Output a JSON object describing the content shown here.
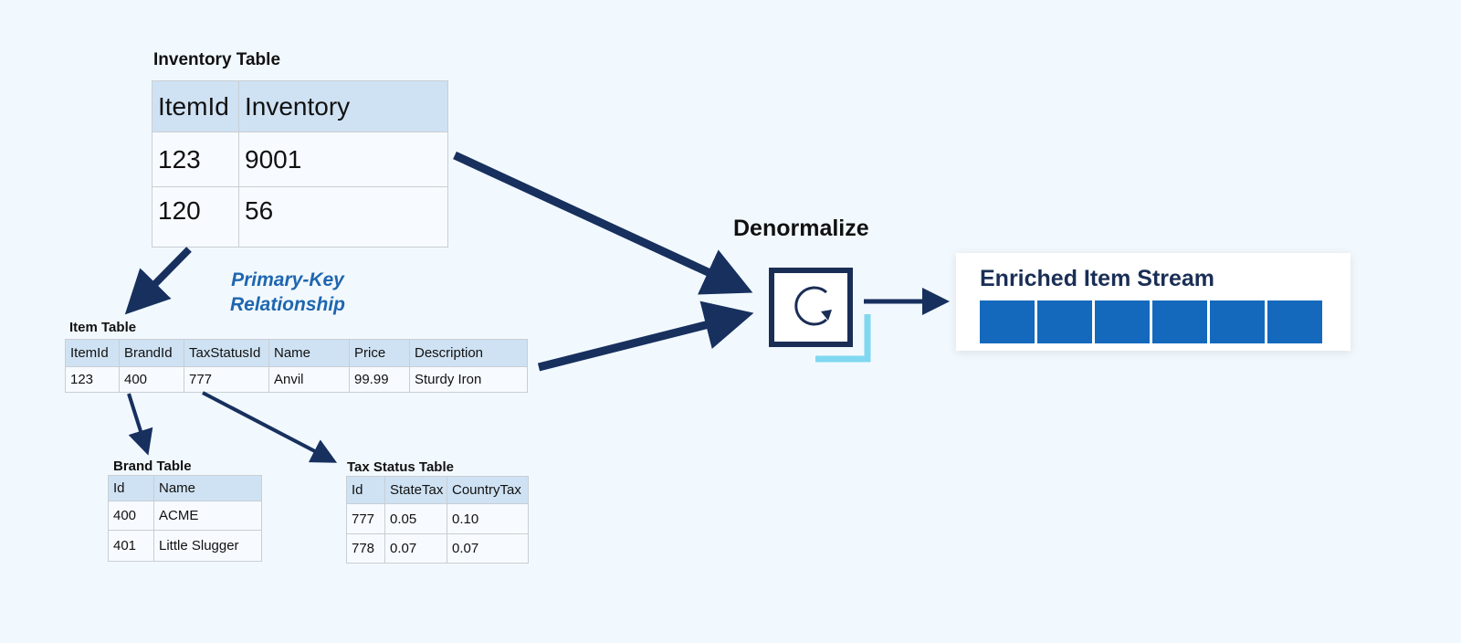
{
  "inventory_table": {
    "title": "Inventory Table",
    "headers": [
      "ItemId",
      "Inventory"
    ],
    "rows": [
      [
        "123",
        "9001"
      ],
      [
        "120",
        "56"
      ]
    ]
  },
  "primary_key_label": [
    "Primary-Key",
    "Relationship"
  ],
  "item_table": {
    "title": "Item Table",
    "headers": [
      "ItemId",
      "BrandId",
      "TaxStatusId",
      "Name",
      "Price",
      "Description"
    ],
    "rows": [
      [
        "123",
        "400",
        "777",
        "Anvil",
        "99.99",
        "Sturdy Iron"
      ]
    ]
  },
  "brand_table": {
    "title": "Brand Table",
    "headers": [
      "Id",
      "Name"
    ],
    "rows": [
      [
        "400",
        "ACME"
      ],
      [
        "401",
        "Little Slugger"
      ]
    ]
  },
  "tax_status_table": {
    "title": "Tax Status Table",
    "headers": [
      "Id",
      "StateTax",
      "CountryTax"
    ],
    "rows": [
      [
        "777",
        "0.05",
        "0.10"
      ],
      [
        "778",
        "0.07",
        "0.07"
      ]
    ]
  },
  "denormalize_label": "Denormalize",
  "output": {
    "title": "Enriched Item Stream",
    "segments": 6
  },
  "colors": {
    "arrow": "#17305e",
    "header_fill": "#cfe2f3",
    "stream_block": "#1469bd",
    "accent_cyan": "#7fd8f0",
    "label_blue": "#1f66b0"
  }
}
